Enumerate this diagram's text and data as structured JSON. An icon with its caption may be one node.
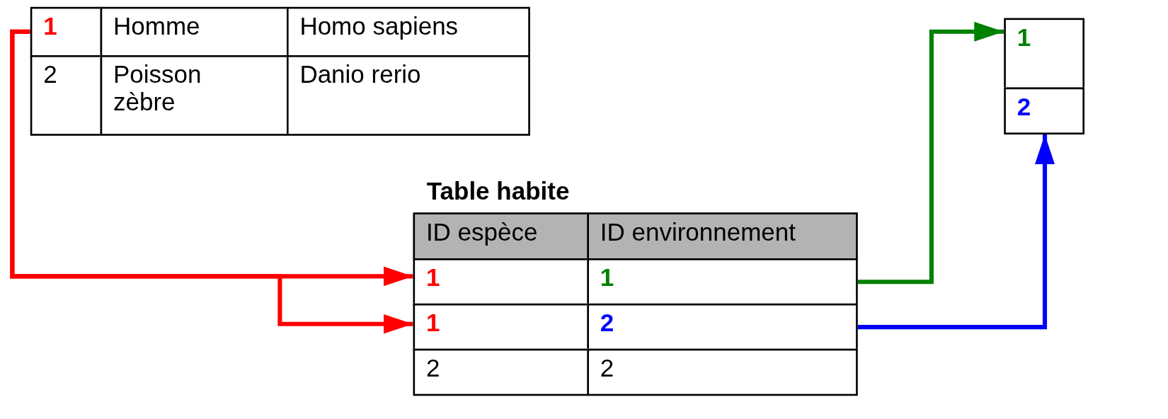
{
  "diagram": {
    "nodes": [
      {
        "text": [
          "1"
        ]
      },
      {
        "text": [
          "1"
        ]
      },
      {
        "text": [
          "2"
        ]
      },
      {
        "text": [
          "Table habite"
        ]
      },
      {
        "text": [
          "1"
        ],
        "in": 3
      },
      {
        "text": [
          "1"
        ],
        "in": 3
      },
      {
        "text": [
          "1"
        ],
        "in": 3
      },
      {
        "text": [
          "2"
        ],
        "in": 3
      }
    ],
    "edges": [
      {
        "from": 0,
        "to": 4,
        "arrow": "to",
        "color": "#ff0000"
      },
      {
        "from": 0,
        "to": 5,
        "arrow": "to",
        "color": "#ff0000"
      },
      {
        "from": 6,
        "to": 1,
        "arrow": "to",
        "color": "#008000"
      },
      {
        "from": 7,
        "to": 2,
        "arrow": "to",
        "color": "#0000ff"
      }
    ],
    "labels": [
      "Homme",
      "Homo sapiens",
      "2",
      "Poisson zèbre",
      "Danio rerio",
      "ID espèce",
      "ID environnement",
      "2",
      "2"
    ]
  }
}
